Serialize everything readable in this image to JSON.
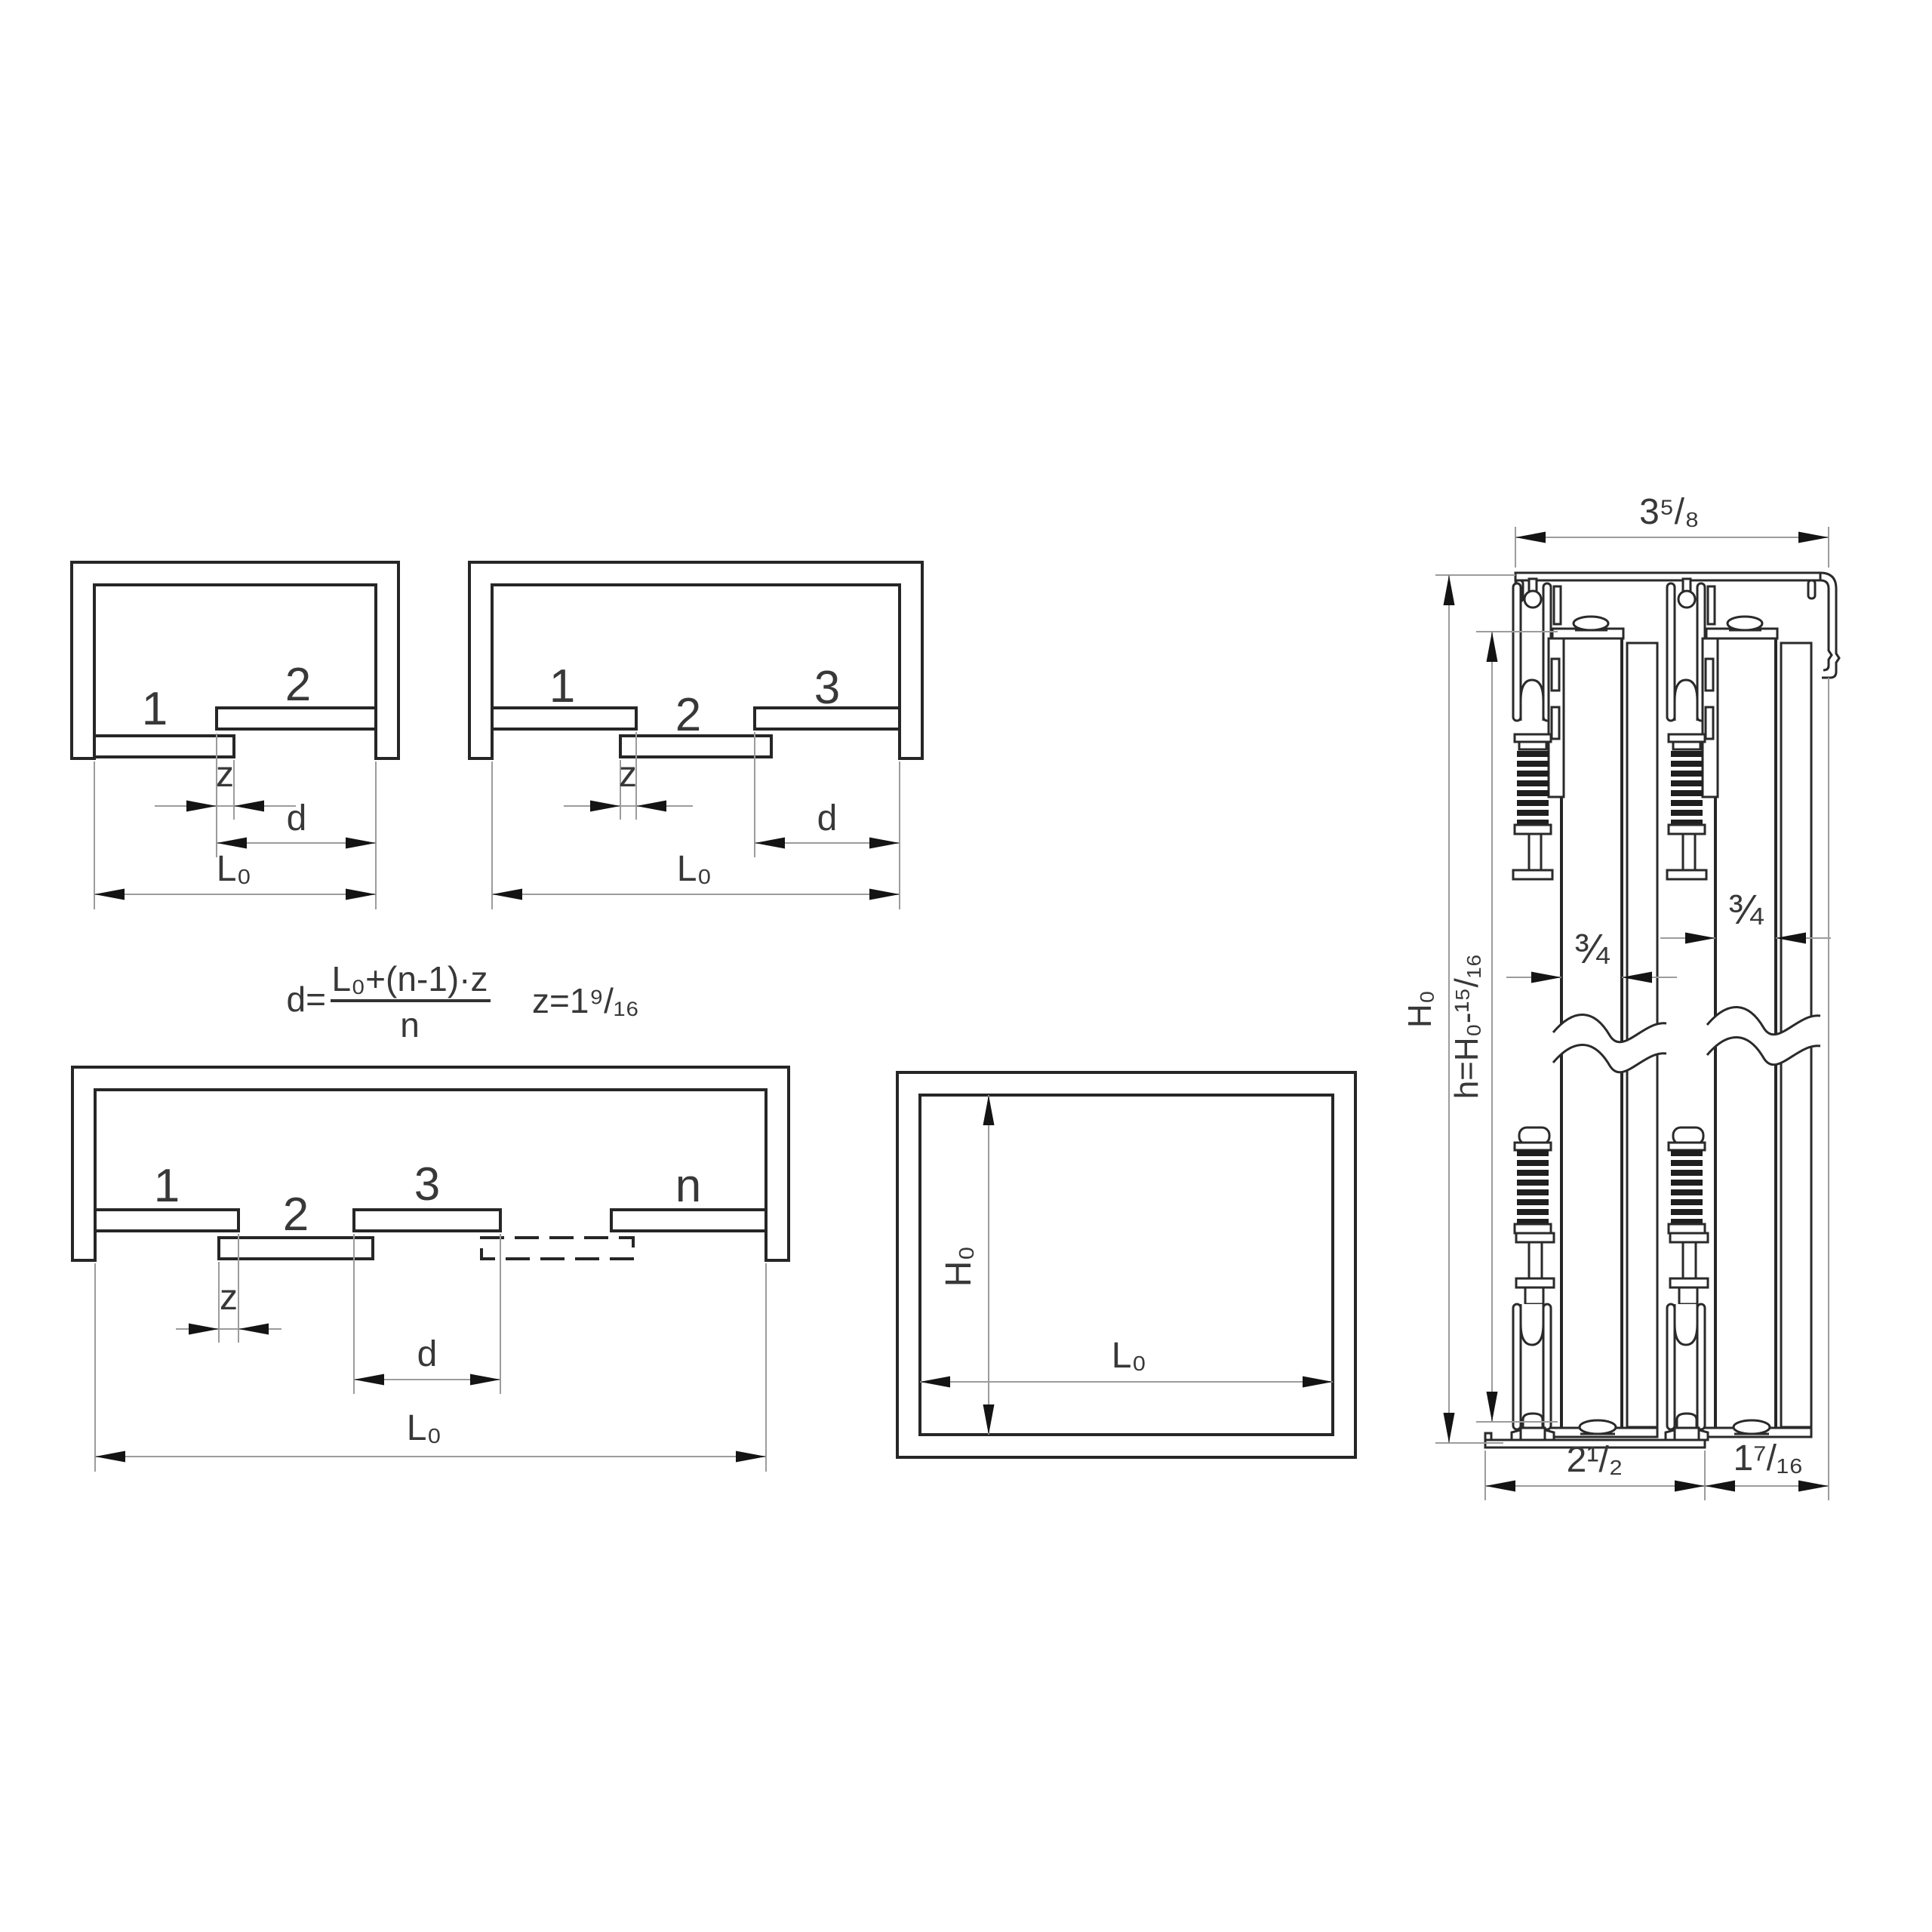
{
  "two_panel": {
    "panel_1": "1",
    "panel_2": "2",
    "dim_z": "z",
    "dim_d": "d",
    "dim_l0": "L₀"
  },
  "three_panel": {
    "panel_1": "1",
    "panel_2": "2",
    "panel_3": "3",
    "dim_z": "z",
    "dim_d": "d",
    "dim_l0": "L₀"
  },
  "formula": {
    "lhs": "d=",
    "numerator": "L₀+(n-1)·z",
    "denominator": "n",
    "gap_value": "z=1⁹/₁₆"
  },
  "n_panel": {
    "panel_1": "1",
    "panel_2": "2",
    "panel_3": "3",
    "panel_n": "n",
    "dim_z": "z",
    "dim_d": "d",
    "dim_l0": "L₀"
  },
  "front_view": {
    "dim_height": "H₀",
    "dim_width": "L₀"
  },
  "cross_section": {
    "dim_top_width": "3⁵/₈",
    "dim_opening_height": "H₀",
    "dim_door_height": "h=H₀-¹⁵/₁₆",
    "dim_thickness_left": "¾",
    "dim_thickness_right": "¾",
    "dim_bottom_track_width": "2¹/₂",
    "dim_wall_offset": "1⁷/₁₆"
  }
}
